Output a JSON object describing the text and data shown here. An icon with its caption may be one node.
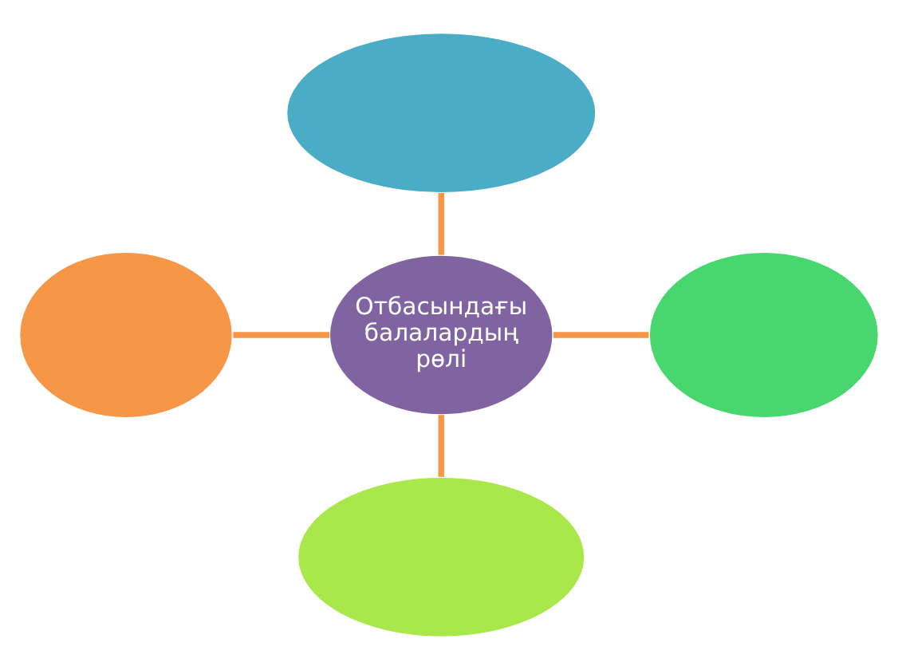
{
  "diagram": {
    "nodes": [
      {
        "text": [],
        "shape": "ellipse"
      },
      {
        "text": [],
        "shape": "ellipse"
      },
      {
        "text": [
          "Отбасындағы балалардың рөлі"
        ]
      },
      {
        "text": [],
        "shape": "ellipse"
      },
      {
        "text": [],
        "shape": "ellipse"
      }
    ],
    "edges": [
      {
        "from": 0,
        "to": 2,
        "arrow": "none"
      },
      {
        "from": 1,
        "to": 2,
        "arrow": "none"
      },
      {
        "from": 2,
        "to": 3,
        "arrow": "none"
      },
      {
        "from": 2,
        "to": 4,
        "arrow": "none"
      }
    ]
  }
}
